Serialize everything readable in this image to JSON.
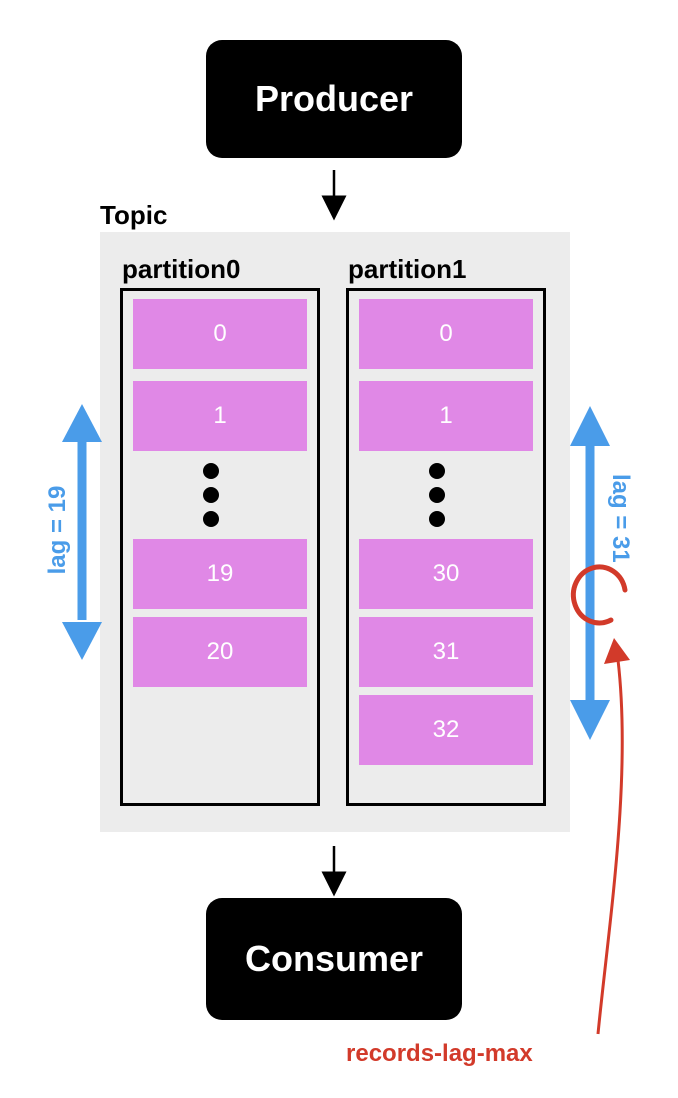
{
  "producer": {
    "label": "Producer"
  },
  "consumer": {
    "label": "Consumer"
  },
  "topic": {
    "label": "Topic",
    "partitions": [
      {
        "label": "partition0",
        "cells": [
          "0",
          "1",
          "19",
          "20"
        ]
      },
      {
        "label": "partition1",
        "cells": [
          "0",
          "1",
          "30",
          "31",
          "32"
        ]
      }
    ]
  },
  "lag": {
    "left": "lag = 19",
    "right": "lag = 31"
  },
  "annotation": {
    "label": "records-lag-max"
  },
  "colors": {
    "cell": "#e088e6",
    "lag_arrow": "#4a9ce9",
    "annotation": "#d23a2a"
  }
}
